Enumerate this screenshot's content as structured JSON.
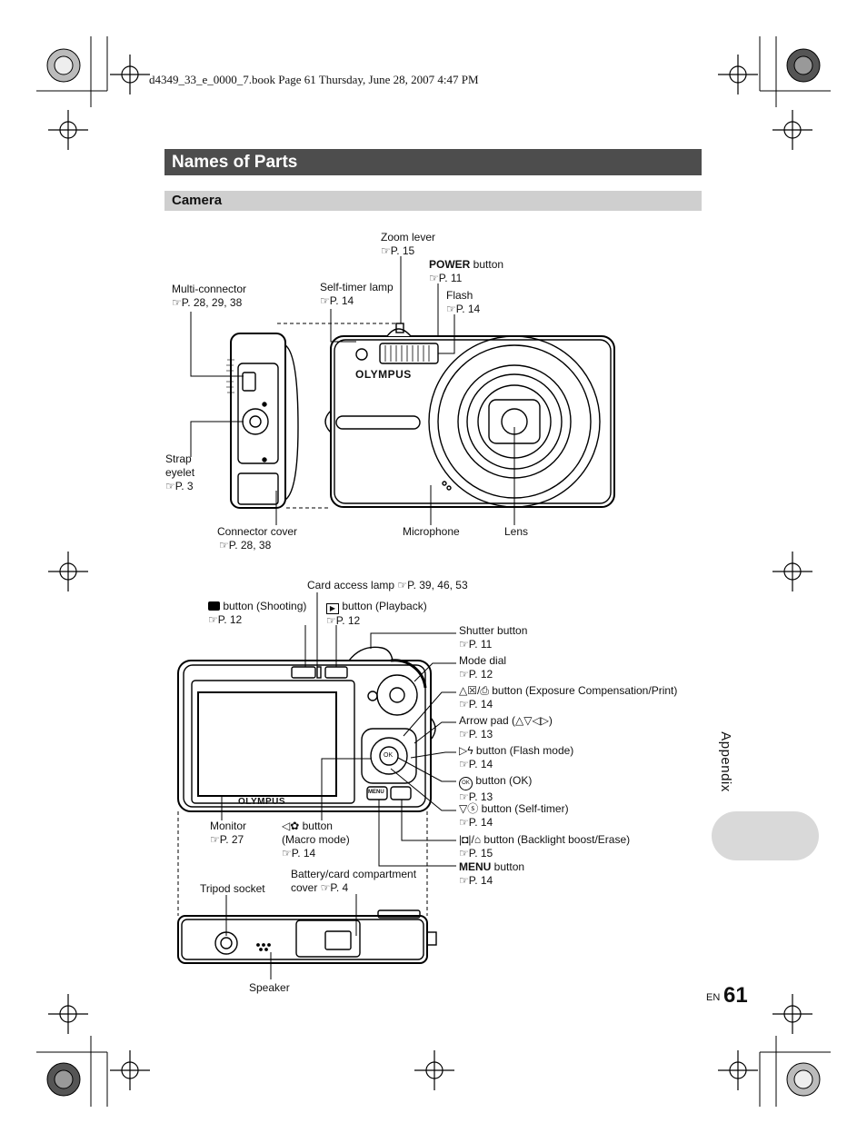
{
  "header": {
    "book_info": "d4349_33_e_0000_7.book  Page 61  Thursday, June 28, 2007  4:47 PM"
  },
  "section_title": "Names of Parts",
  "subsection_title": "Camera",
  "brand": "OLYMPUS",
  "side_tab": "Appendix",
  "page": {
    "lang": "EN",
    "number": "61"
  },
  "front_labels": {
    "zoom_lever": {
      "name": "Zoom lever",
      "ref": "☞P. 15"
    },
    "power_button": {
      "name_bold": "POWER",
      "name": " button",
      "ref": "☞P. 11"
    },
    "flash": {
      "name": "Flash",
      "ref": "☞P. 14"
    },
    "self_timer_lamp": {
      "name": "Self-timer lamp",
      "ref": "☞P. 14"
    },
    "multi_connector": {
      "name": "Multi-connector",
      "ref": "☞P. 28, 29, 38"
    },
    "strap_eyelet": {
      "name1": "Strap",
      "name2": "eyelet",
      "ref": "☞P. 3"
    },
    "connector_cover": {
      "name": "Connector cover",
      "ref": "☞P. 28, 38"
    },
    "microphone": {
      "name": "Microphone"
    },
    "lens": {
      "name": "Lens"
    }
  },
  "back_labels": {
    "card_access_lamp": {
      "name": "Card access lamp ☞P. 39, 46, 53"
    },
    "shooting_button": {
      "icon": "camera-icon",
      "name": " button (Shooting)",
      "ref": "☞P. 12"
    },
    "playback_button": {
      "icon": "playback-icon",
      "name": " button (Playback)",
      "ref": "☞P. 12"
    },
    "shutter_button": {
      "name": "Shutter button",
      "ref": "☞P. 11"
    },
    "mode_dial": {
      "name": "Mode dial",
      "ref": "☞P. 12"
    },
    "exposure_button": {
      "name": "△☒/⎙ button (Exposure Compensation/Print)",
      "ref": "☞P. 14"
    },
    "arrow_pad": {
      "name": "Arrow pad (△▽◁▷)",
      "ref": "☞P. 13"
    },
    "flash_button": {
      "name": "▷ϟ button (Flash mode)",
      "ref": "☞P. 14"
    },
    "ok_button": {
      "name": "button (OK)",
      "icon_text": "OK",
      "ref": "☞P. 13"
    },
    "self_timer_button": {
      "name": "▽ⓢ button (Self-timer)",
      "ref": "☞P. 14"
    },
    "backlight_button": {
      "name": "|◘|/⌂ button (Backlight boost/Erase)",
      "ref": "☞P. 15"
    },
    "menu_button": {
      "name_bold": "MENU",
      "name": " button",
      "ref": "☞P. 14"
    },
    "monitor": {
      "name": "Monitor",
      "ref": "☞P. 27"
    },
    "macro_button": {
      "name1": "◁✿ button",
      "name2": "(Macro mode)",
      "ref": "☞P. 14"
    },
    "battery_cover": {
      "name1": "Battery/card compartment",
      "name2": "cover ☞P. 4"
    },
    "tripod_socket": {
      "name": "Tripod socket"
    },
    "speaker": {
      "name": "Speaker"
    }
  },
  "button_icons": {
    "menu": "MENU",
    "ok": "OK"
  }
}
